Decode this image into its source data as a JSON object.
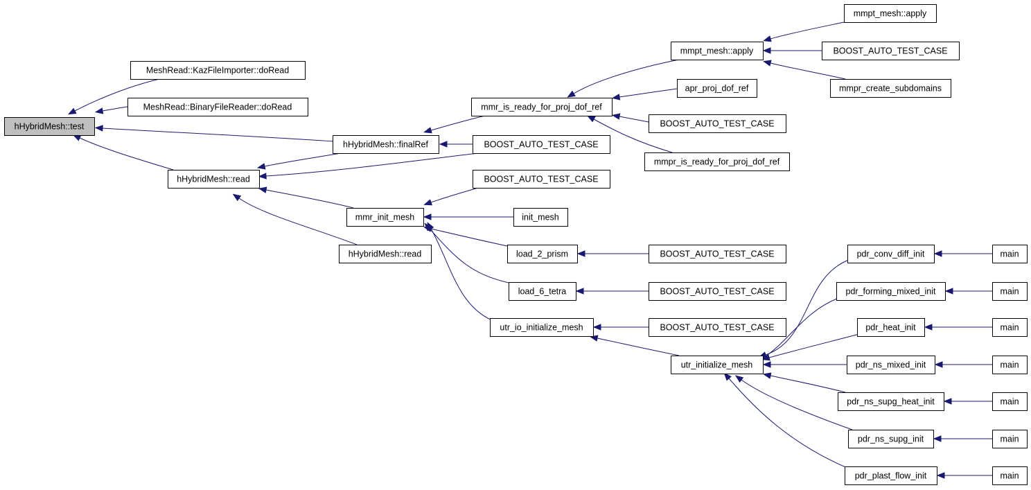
{
  "diagram": {
    "nodes": [
      {
        "id": "root",
        "label": "hHybridMesh::test"
      },
      {
        "id": "kaz",
        "label": "MeshRead::KazFileImporter::doRead"
      },
      {
        "id": "bin",
        "label": "MeshRead::BinaryFileReader::doRead"
      },
      {
        "id": "final",
        "label": "hHybridMesh::finalRef"
      },
      {
        "id": "read1",
        "label": "hHybridMesh::read"
      },
      {
        "id": "read2",
        "label": "hHybridMesh::read"
      },
      {
        "id": "mmrprd",
        "label": "mmr_is_ready_for_proj_dof_ref"
      },
      {
        "id": "bat1",
        "label": "BOOST_AUTO_TEST_CASE"
      },
      {
        "id": "mmrinit",
        "label": "mmr_init_mesh"
      },
      {
        "id": "bat2",
        "label": "BOOST_AUTO_TEST_CASE"
      },
      {
        "id": "initm",
        "label": "init_mesh"
      },
      {
        "id": "load2",
        "label": "load_2_prism"
      },
      {
        "id": "load6",
        "label": "load_6_tetra"
      },
      {
        "id": "utrio",
        "label": "utr_io_initialize_mesh"
      },
      {
        "id": "mmpt",
        "label": "mmpt_mesh::apply"
      },
      {
        "id": "aprp",
        "label": "apr_proj_dof_ref"
      },
      {
        "id": "bat3",
        "label": "BOOST_AUTO_TEST_CASE"
      },
      {
        "id": "mmprprd",
        "label": "mmpr_is_ready_for_proj_dof_ref"
      },
      {
        "id": "bat4",
        "label": "BOOST_AUTO_TEST_CASE"
      },
      {
        "id": "bat5",
        "label": "BOOST_AUTO_TEST_CASE"
      },
      {
        "id": "bat6",
        "label": "BOOST_AUTO_TEST_CASE"
      },
      {
        "id": "utrinit",
        "label": "utr_initialize_mesh"
      },
      {
        "id": "mmpt2",
        "label": "mmpt_mesh::apply"
      },
      {
        "id": "bat7",
        "label": "BOOST_AUTO_TEST_CASE"
      },
      {
        "id": "mmprsub",
        "label": "mmpr_create_subdomains"
      },
      {
        "id": "pdrcd",
        "label": "pdr_conv_diff_init"
      },
      {
        "id": "pdrfm",
        "label": "pdr_forming_mixed_init"
      },
      {
        "id": "pdrheat",
        "label": "pdr_heat_init"
      },
      {
        "id": "pdrnsm",
        "label": "pdr_ns_mixed_init"
      },
      {
        "id": "pdrnsh",
        "label": "pdr_ns_supg_heat_init"
      },
      {
        "id": "pdrnss",
        "label": "pdr_ns_supg_init"
      },
      {
        "id": "pdrpf",
        "label": "pdr_plast_flow_init"
      },
      {
        "id": "main1",
        "label": "main"
      },
      {
        "id": "main2",
        "label": "main"
      },
      {
        "id": "main3",
        "label": "main"
      },
      {
        "id": "main4",
        "label": "main"
      },
      {
        "id": "main5",
        "label": "main"
      },
      {
        "id": "main6",
        "label": "main"
      },
      {
        "id": "main7",
        "label": "main"
      }
    ],
    "edges": [
      {
        "from": "kaz",
        "to": "root"
      },
      {
        "from": "bin",
        "to": "root"
      },
      {
        "from": "final",
        "to": "root"
      },
      {
        "from": "read1",
        "to": "root"
      },
      {
        "from": "mmrprd",
        "to": "final"
      },
      {
        "from": "bat1",
        "to": "final"
      },
      {
        "from": "final",
        "to": "read1"
      },
      {
        "from": "bat1",
        "to": "read1"
      },
      {
        "from": "mmrinit",
        "to": "read1"
      },
      {
        "from": "read2",
        "to": "read1"
      },
      {
        "from": "mmpt",
        "to": "mmrprd"
      },
      {
        "from": "aprp",
        "to": "mmrprd"
      },
      {
        "from": "bat3",
        "to": "mmrprd"
      },
      {
        "from": "mmprprd",
        "to": "mmrprd"
      },
      {
        "from": "mmpt2",
        "to": "mmpt"
      },
      {
        "from": "bat7",
        "to": "mmpt"
      },
      {
        "from": "mmprsub",
        "to": "mmpt"
      },
      {
        "from": "bat2",
        "to": "mmrinit"
      },
      {
        "from": "initm",
        "to": "mmrinit"
      },
      {
        "from": "load2",
        "to": "mmrinit"
      },
      {
        "from": "load6",
        "to": "mmrinit"
      },
      {
        "from": "utrio",
        "to": "mmrinit"
      },
      {
        "from": "bat4",
        "to": "load2"
      },
      {
        "from": "bat5",
        "to": "load6"
      },
      {
        "from": "bat6",
        "to": "utrio"
      },
      {
        "from": "utrinit",
        "to": "utrio"
      },
      {
        "from": "pdrcd",
        "to": "utrinit"
      },
      {
        "from": "pdrfm",
        "to": "utrinit"
      },
      {
        "from": "pdrheat",
        "to": "utrinit"
      },
      {
        "from": "pdrnsm",
        "to": "utrinit"
      },
      {
        "from": "pdrnsh",
        "to": "utrinit"
      },
      {
        "from": "pdrnss",
        "to": "utrinit"
      },
      {
        "from": "pdrpf",
        "to": "utrinit"
      },
      {
        "from": "main1",
        "to": "pdrcd"
      },
      {
        "from": "main2",
        "to": "pdrfm"
      },
      {
        "from": "main3",
        "to": "pdrheat"
      },
      {
        "from": "main4",
        "to": "pdrnsm"
      },
      {
        "from": "main5",
        "to": "pdrnsh"
      },
      {
        "from": "main6",
        "to": "pdrnss"
      },
      {
        "from": "main7",
        "to": "pdrpf"
      }
    ]
  }
}
